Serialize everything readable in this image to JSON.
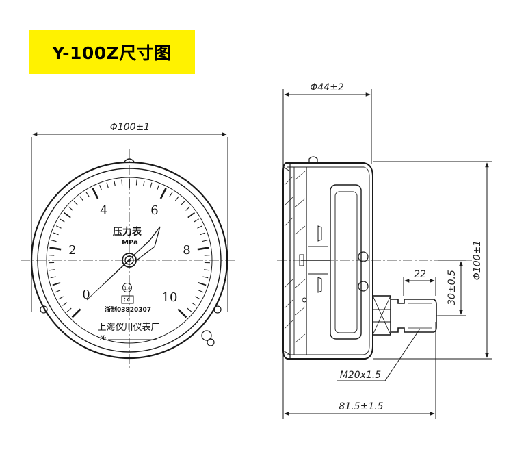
{
  "title": "Y-100Z尺寸图",
  "front_view": {
    "dim_diameter": "Φ100±1",
    "scale_numbers": [
      "0",
      "2",
      "4",
      "6",
      "8",
      "10"
    ],
    "name": "压力表",
    "unit": "MPa",
    "mark_1": "1.6",
    "license": "浙制03820307",
    "maker": "上海仪川仪表厂",
    "serial_prefix": "№"
  },
  "side_view": {
    "dim_depth": "Φ44±2",
    "dim_height": "Φ100±1",
    "dim_stem": "22",
    "dim_hex": "30±0.5",
    "dim_thread": "M20x1.5",
    "dim_total": "81.5±1.5"
  },
  "colors": {
    "banner": "#fff200",
    "line": "#1a1a1a"
  }
}
